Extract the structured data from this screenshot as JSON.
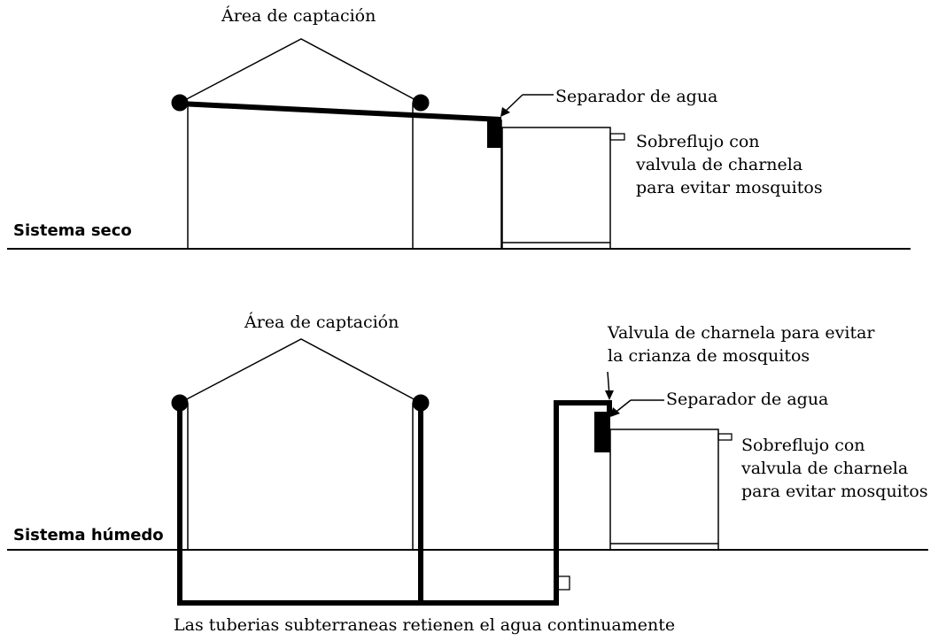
{
  "dry_system": {
    "label": "Sistema seco",
    "catchment_label": "Área de captación",
    "separator_label": "Separador de agua",
    "overflow_lines": [
      "Sobreflujo con",
      "valvula de charnela",
      "para evitar mosquitos"
    ]
  },
  "wet_system": {
    "label": "Sistema húmedo",
    "catchment_label": "Área de captación",
    "flap_valve_lines": [
      "Valvula de charnela para evitar",
      "la crianza de mosquitos"
    ],
    "separator_label": "Separador de agua",
    "overflow_lines": [
      "Sobreflujo con",
      "valvula de charnela",
      "para evitar mosquitos"
    ],
    "underground_caption": "Las tuberias subterraneas retienen el agua continuamente"
  },
  "colors": {
    "ink": "#000000",
    "background": "#ffffff"
  }
}
